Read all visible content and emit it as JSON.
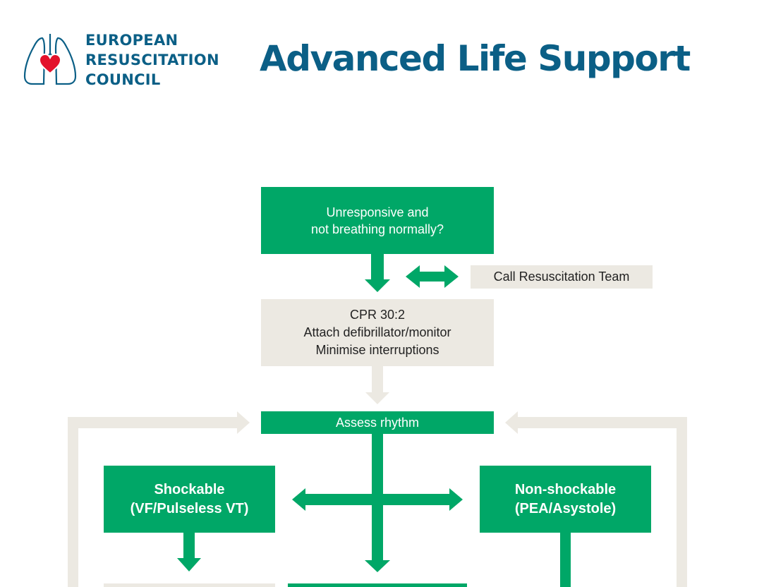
{
  "header": {
    "organization": [
      "EUROPEAN",
      "RESUSCITATION",
      "COUNCIL"
    ],
    "title": "Advanced Life Support"
  },
  "flowchart": {
    "start": [
      "Unresponsive and",
      "not breathing normally?"
    ],
    "call_team": "Call Resuscitation Team",
    "cpr": [
      "CPR 30:2",
      "Attach defibrillator/monitor",
      "Minimise interruptions"
    ],
    "assess": "Assess rhythm",
    "shockable": [
      "Shockable",
      "(VF/Pulseless VT)"
    ],
    "non_shockable": [
      "Non-shockable",
      "(PEA/Asystole)"
    ]
  },
  "colors": {
    "brand_blue": "#0b5f86",
    "green": "#00a767",
    "grey": "#ece9e2",
    "heart_red": "#e3122b"
  },
  "icons": [
    "lungs-heart-logo-icon"
  ]
}
